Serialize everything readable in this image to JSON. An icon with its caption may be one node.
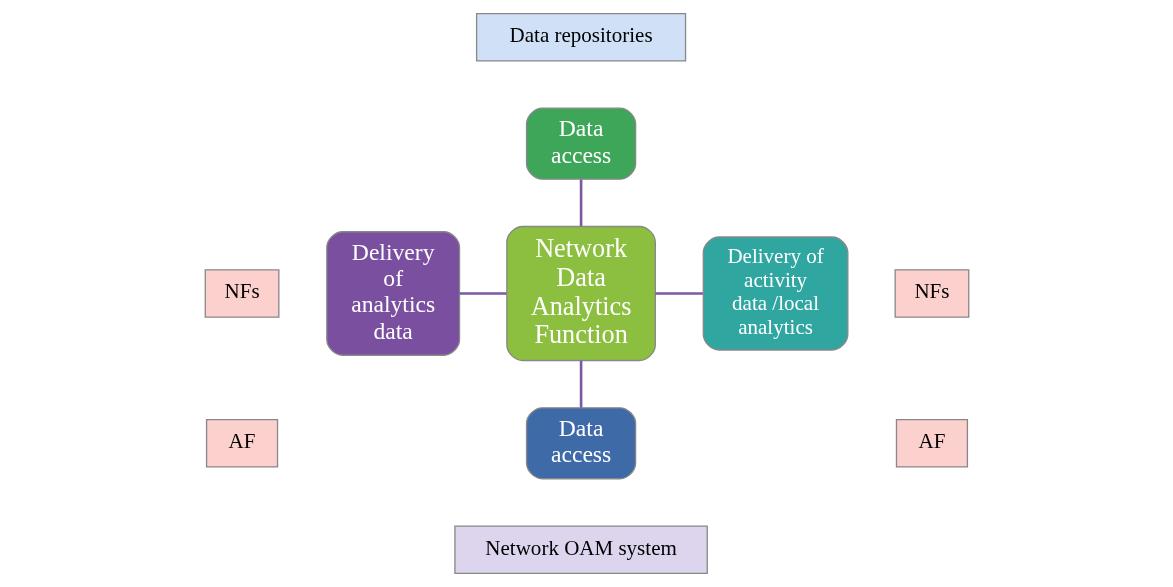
{
  "diagram": {
    "nodes": [
      {
        "text": [
          "Data repositories"
        ]
      },
      {
        "text": [
          "Data access"
        ]
      },
      {
        "text": [
          "Delivery of analytics data"
        ]
      },
      {
        "text": [
          "Network Data Analytics Function"
        ]
      },
      {
        "text": [
          "Delivery of activity data /local analytics"
        ]
      },
      {
        "text": [
          "Data access"
        ]
      },
      {
        "text": [
          "Network OAM system"
        ]
      },
      {
        "text": [
          "NFs"
        ]
      },
      {
        "text": [
          "AF"
        ]
      },
      {
        "text": [
          "NFs"
        ]
      },
      {
        "text": [
          "AF"
        ]
      }
    ],
    "edges": [
      {
        "from": 1,
        "to": 3,
        "arrow": "none"
      },
      {
        "from": 2,
        "to": 3,
        "arrow": "none"
      },
      {
        "from": 3,
        "to": 4,
        "arrow": "none"
      },
      {
        "from": 3,
        "to": 5,
        "arrow": "none"
      }
    ]
  }
}
